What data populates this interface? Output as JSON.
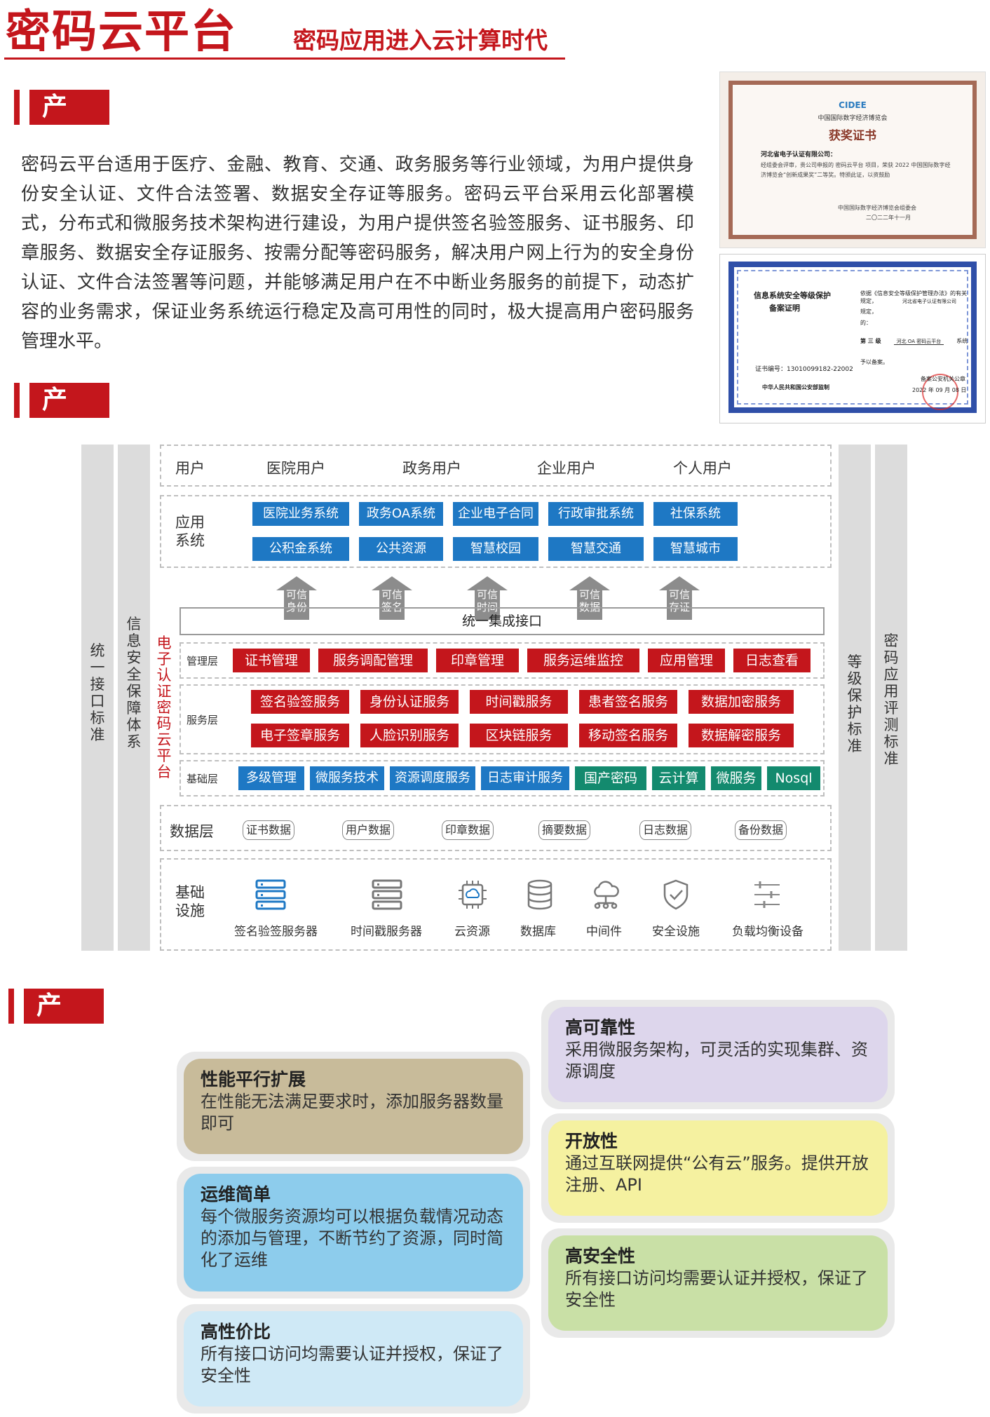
{
  "header": {
    "title": "密码云平台",
    "subtitle": "密码应用进入云计算时代"
  },
  "sections": {
    "intro": "产品简介",
    "architecture": "产品架构",
    "features": "产品特性"
  },
  "intro_text": "密码云平台适用于医疗、金融、教育、交通、政务服务等行业领域，为用户提供身份安全认证、文件合法签署、数据安全存证等服务。密码云平台采用云化部署模式，分布式和微服务技术架构进行建设，为用户提供签名验签服务、证书服务、印章服务、数据安全存证服务、按需分配等密码服务，解决用户网上行为的安全身份认证、文件合法签署等问题，并能够满足用户在不中断业务服务的前提下，动态扩容的业务需求，保证业务系统运行稳定及高可用性的同时，极大提高用户密码服务管理水平。",
  "certificates": {
    "award": {
      "logo": "CIDEE",
      "org": "中国国际数字经济博览会",
      "title": "获奖证书",
      "recipient": "河北省电子认证有限公司：",
      "body": "经组委会评审，贵公司申报的 密码云平台 项目，荣获 2022 中国国际数字经济博览会“创新成果奖”二等奖。特颁此证，以资鼓励",
      "footer_org": "中国国际数字经济博览会组委会",
      "footer_date": "二〇二二年十一月"
    },
    "filing": {
      "title_1": "信息系统安全等级保护",
      "title_2": "备案证明",
      "line_1": "依据《信息安全等级保护管理办法》的有关规定，",
      "line_2": "河北省电子认证有限公司",
      "line_3": "规定，",
      "line_4": "的：",
      "line_5": "第 三 级",
      "line_5_system": "河北 OA 密码云平台",
      "line_5_suffix": "系统",
      "line_6": "予以备案。",
      "cert_no": "证书编号：13010099182-22002",
      "police": "中华人民共和国公安部监制",
      "stamp_text": "备案公安机关公章",
      "stamp_date": "2022 年 09 月 08 日"
    }
  },
  "architecture": {
    "left_outer": "统一接口标准",
    "left_inner": "信息安全保障体系",
    "right_inner": "等级保护标准",
    "right_outer": "密码应用评测标准",
    "platform_label": "电子认证密码云平台",
    "users": {
      "label": "用户",
      "items": [
        "医院用户",
        "政务用户",
        "企业用户",
        "个人用户"
      ]
    },
    "apps": {
      "label": "应用系统",
      "row1": [
        "医院业务系统",
        "政务OA系统",
        "企业电子合同",
        "行政审批系统",
        "社保系统"
      ],
      "row2": [
        "公积金系统",
        "公共资源",
        "智慧校园",
        "智慧交通",
        "智慧城市"
      ]
    },
    "arrows": [
      [
        "可信",
        "身份"
      ],
      [
        "可信",
        "签名"
      ],
      [
        "可信",
        "时间"
      ],
      [
        "可信",
        "数据"
      ],
      [
        "可信",
        "存证"
      ]
    ],
    "integration": "统一集成接口",
    "management": {
      "label": "管理层",
      "items": [
        "证书管理",
        "服务调配管理",
        "印章管理",
        "服务运维监控",
        "应用管理",
        "日志查看"
      ]
    },
    "service": {
      "label": "服务层",
      "row1": [
        "签名验签服务",
        "身份认证服务",
        "时间戳服务",
        "患者签名服务",
        "数据加密服务"
      ],
      "row2": [
        "电子签章服务",
        "人脸识别服务",
        "区块链服务",
        "移动签名服务",
        "数据解密服务"
      ]
    },
    "base": {
      "label": "基础层",
      "blue": [
        "多级管理",
        "微服务技术",
        "资源调度服务",
        "日志审计服务"
      ],
      "green": [
        "国产密码",
        "云计算",
        "微服务",
        "Nosql"
      ]
    },
    "data": {
      "label": "数据层",
      "items": [
        "证书数据",
        "用户数据",
        "印章数据",
        "摘要数据",
        "日志数据",
        "备份数据"
      ]
    },
    "infra": {
      "label": "基础设施",
      "items": [
        {
          "label": "签名验签服务器",
          "icon": "server-blue-icon"
        },
        {
          "label": "时间戳服务器",
          "icon": "server-gray-icon"
        },
        {
          "label": "云资源",
          "icon": "cloud-chip-icon"
        },
        {
          "label": "数据库",
          "icon": "database-icon"
        },
        {
          "label": "中间件",
          "icon": "network-cloud-icon"
        },
        {
          "label": "安全设施",
          "icon": "shield-icon"
        },
        {
          "label": "负载均衡设备",
          "icon": "load-balancer-icon"
        }
      ]
    }
  },
  "features": [
    {
      "title": "高可靠性",
      "text": "采用微服务架构，可灵活的实现集群、资源调度",
      "color": "#ddd6ec"
    },
    {
      "title": "性能平行扩展",
      "text": "在性能无法满足要求时，添加服务器数量即可",
      "color": "#c8bb9a"
    },
    {
      "title": "开放性",
      "text": "通过互联网提供“公有云”服务。提供开放注册、API",
      "color": "#f5f1a0"
    },
    {
      "title": "运维简单",
      "text": "每个微服务资源均可以根据负载情况动态的添加与管理，不断节约了资源，同时简化了运维",
      "color": "#8dccec"
    },
    {
      "title": "高安全性",
      "text": "所有接口访问均需要认证并授权，保证了安全性",
      "color": "#c9e0a6"
    },
    {
      "title": "高性价比",
      "text": "所有接口访问均需要认证并授权，保证了安全性",
      "color": "#cfe9f6"
    }
  ],
  "colors": {
    "brand_red": "#c4161c",
    "blue_button": "#1e78c4",
    "green_button": "#138a6e",
    "arrow_gray": "#8c8c8c"
  }
}
